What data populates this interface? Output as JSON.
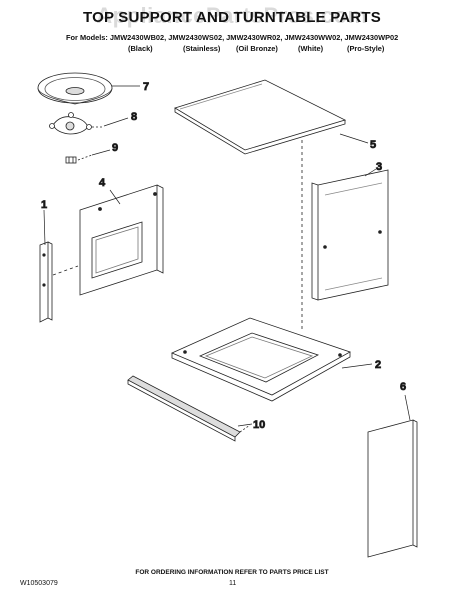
{
  "watermark": "AppliancePartsPros.com",
  "header": {
    "title": "TOP SUPPORT AND TURNTABLE PARTS",
    "models": "For Models: JMW2430WB02, JMW2430WS02, JMW2430WR02, JMW2430WW02, JMW2430WP02",
    "finishes": [
      "(Black)",
      "(Stainless)",
      "(Oil Bronze)",
      "(White)",
      "(Pro-Style)"
    ]
  },
  "callouts": [
    "1",
    "2",
    "3",
    "4",
    "5",
    "6",
    "7",
    "8",
    "9",
    "10"
  ],
  "footer": {
    "doc_number": "W10503079",
    "ordering_note": "FOR ORDERING INFORMATION REFER TO PARTS PRICE LIST",
    "page_number": "11"
  },
  "colors": {
    "line": "#222222",
    "fill": "#ffffff",
    "shade": "#dddddd"
  }
}
